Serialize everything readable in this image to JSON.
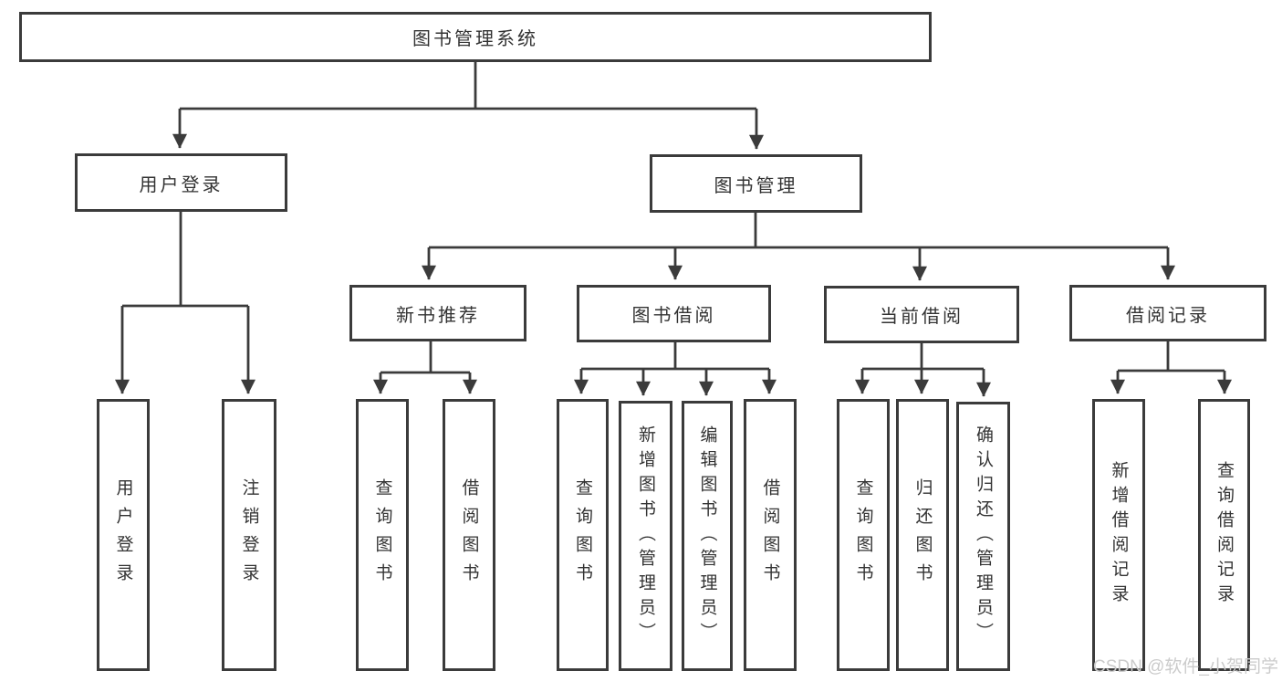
{
  "diagram": {
    "root": "图书管理系统",
    "level2": {
      "user_login": "用户登录",
      "book_mgmt": "图书管理"
    },
    "level3": {
      "new_recommend": "新书推荐",
      "book_borrow": "图书借阅",
      "current_borrow": "当前借阅",
      "borrow_record": "借阅记录"
    },
    "leaves": {
      "a1": "用户登录",
      "a2": "注销登录",
      "b1": "查询图书",
      "b2": "借阅图书",
      "c1": "查询图书",
      "c2": "新增图书（管理员）",
      "c3": "编辑图书（管理员）",
      "c4": "借阅图书",
      "d1": "查询图书",
      "d2": "归还图书",
      "d3": "确认归还（管理员）",
      "e1": "新增借阅记录",
      "e2": "查询借阅记录"
    }
  },
  "watermark": "CSDN @软件_小贺同学",
  "colors": {
    "line": "#3b3b3b",
    "text": "#333333",
    "watermark": "#cbcbcb",
    "background": "#ffffff"
  }
}
